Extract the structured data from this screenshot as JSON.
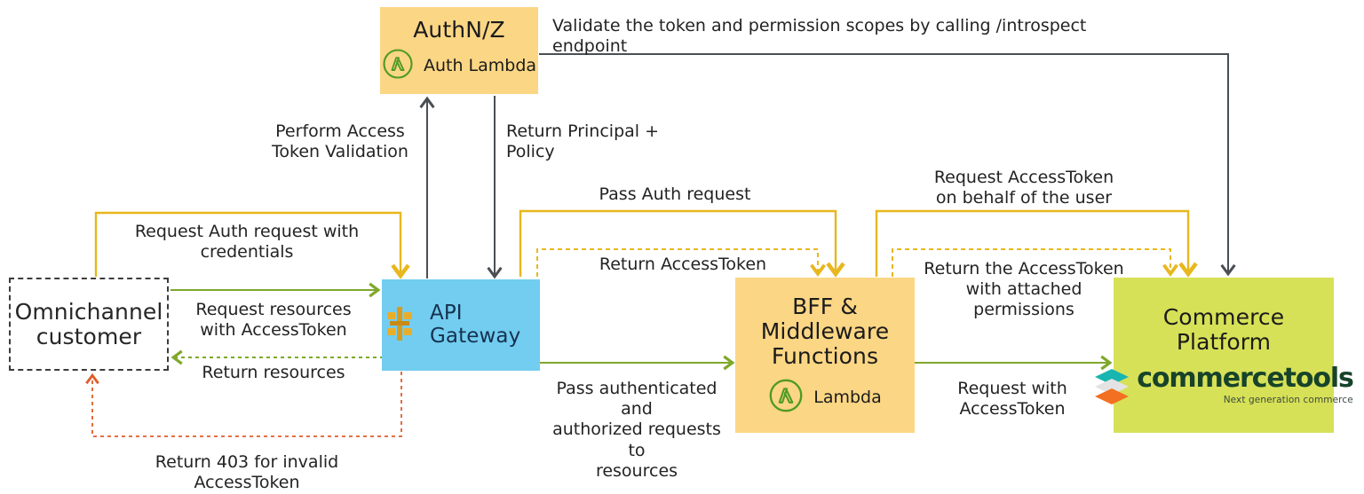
{
  "diagram": {
    "title": "Omnichannel AuthN/AuthZ flow with API Gateway, Lambda and commercetools",
    "colors": {
      "auth_box": "#fbd684",
      "api_gateway_box": "#72cdf0",
      "bff_box": "#fbd684",
      "commerce_box": "#d7e157",
      "solid_yellow": "#e8b71e",
      "dotted_yellow": "#e8b71e",
      "green": "#7fa82b",
      "dark_gray": "#4a4f54",
      "red_dotted": "#e05c2a",
      "lambda_green": "#4e9a24"
    },
    "nodes": {
      "customer": {
        "title": "Omnichannel\ncustomer"
      },
      "auth": {
        "title": "AuthN/Z",
        "sub_label": "Auth Lambda",
        "icon": "aws-lambda-icon"
      },
      "api_gateway": {
        "title": "API\nGateway",
        "icon": "aws-api-gateway-icon"
      },
      "bff": {
        "title": "BFF &\nMiddleware\nFunctions",
        "sub_label": "Lambda",
        "icon": "aws-lambda-icon"
      },
      "commerce": {
        "title": "Commerce\nPlatform",
        "logo_name": "commercetools",
        "logo_tagline": "Next generation commerce",
        "icon": "commercetools-logo"
      }
    },
    "edges": [
      {
        "id": "validate_token",
        "label": "Validate the token and permission scopes by calling /introspect endpoint",
        "style": "solid",
        "color": "dark_gray"
      },
      {
        "id": "perform_validation",
        "label": "Perform Access\nToken Validation",
        "style": "solid",
        "color": "dark_gray"
      },
      {
        "id": "return_principal",
        "label": "Return Principal +\nPolicy",
        "style": "solid",
        "color": "dark_gray"
      },
      {
        "id": "request_auth_credentials",
        "label": "Request Auth request with\ncredentials",
        "style": "solid",
        "color": "solid_yellow"
      },
      {
        "id": "request_resources",
        "label": "Request resources\nwith AccessToken",
        "style": "solid",
        "color": "green"
      },
      {
        "id": "return_resources",
        "label": "Return resources",
        "style": "dotted",
        "color": "green"
      },
      {
        "id": "return_403",
        "label": "Return 403 for invalid\nAccessToken",
        "style": "dotted",
        "color": "red_dotted"
      },
      {
        "id": "pass_auth_request",
        "label": "Pass Auth request",
        "style": "solid",
        "color": "solid_yellow"
      },
      {
        "id": "return_access_token",
        "label": "Return AccessToken",
        "style": "dotted",
        "color": "dotted_yellow"
      },
      {
        "id": "pass_authenticated",
        "label": "Pass authenticated and\nauthorized requests to\nresources",
        "style": "solid",
        "color": "green"
      },
      {
        "id": "request_access_token_behalf",
        "label": "Request AccessToken\non behalf of the user",
        "style": "solid",
        "color": "solid_yellow"
      },
      {
        "id": "return_access_token_permissions",
        "label": "Return the AccessToken\nwith attached\npermissions",
        "style": "dotted",
        "color": "dotted_yellow"
      },
      {
        "id": "request_with_access_token",
        "label": "Request with\nAccessToken",
        "style": "solid",
        "color": "green"
      }
    ]
  }
}
